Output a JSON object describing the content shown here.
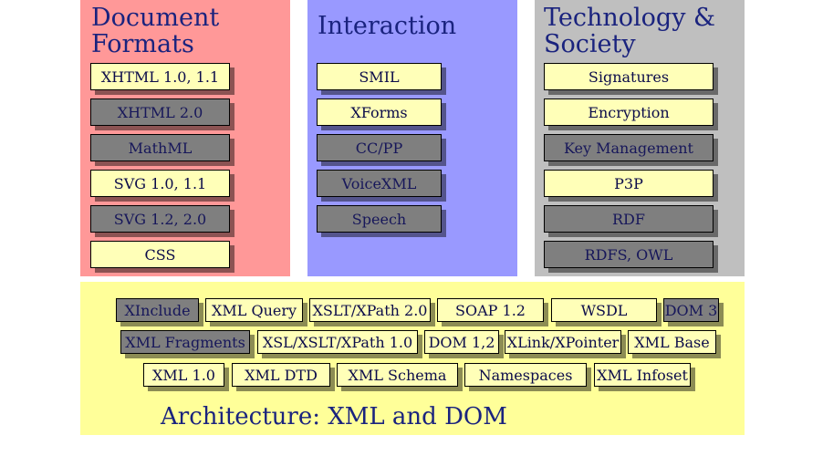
{
  "colors": {
    "formats_bg": "#ff9898",
    "interaction_bg": "#9999ff",
    "technology_bg": "#bfbfbf",
    "architecture_bg": "#ffff99",
    "box_yellow": "#ffffb8",
    "box_gray": "#7f7f7f",
    "title_text": "#1a237e"
  },
  "document_formats": {
    "title": "Document\nFormats",
    "boxes": [
      {
        "label": "XHTML 1.0, 1.1",
        "style": "yellow"
      },
      {
        "label": "XHTML 2.0",
        "style": "gray"
      },
      {
        "label": "MathML",
        "style": "gray"
      },
      {
        "label": "SVG 1.0, 1.1",
        "style": "yellow"
      },
      {
        "label": "SVG 1.2, 2.0",
        "style": "gray"
      },
      {
        "label": "CSS",
        "style": "yellow"
      }
    ]
  },
  "interaction": {
    "title": "Interaction",
    "boxes": [
      {
        "label": "SMIL",
        "style": "yellow"
      },
      {
        "label": "XForms",
        "style": "yellow"
      },
      {
        "label": "CC/PP",
        "style": "gray"
      },
      {
        "label": "VoiceXML",
        "style": "gray"
      },
      {
        "label": "Speech",
        "style": "gray"
      }
    ]
  },
  "technology_society": {
    "title": "Technology &\nSociety",
    "boxes": [
      {
        "label": "Signatures",
        "style": "yellow"
      },
      {
        "label": "Encryption",
        "style": "yellow"
      },
      {
        "label": "Key Management",
        "style": "gray"
      },
      {
        "label": "P3P",
        "style": "yellow"
      },
      {
        "label": "RDF",
        "style": "gray"
      },
      {
        "label": "RDFS, OWL",
        "style": "gray"
      }
    ]
  },
  "architecture": {
    "title": "Architecture: XML and DOM",
    "rows": [
      [
        {
          "label": "XInclude",
          "style": "gray"
        },
        {
          "label": "XML Query",
          "style": "yellow"
        },
        {
          "label": "XSLT/XPath 2.0",
          "style": "yellow"
        },
        {
          "label": "SOAP 1.2",
          "style": "yellow"
        },
        {
          "label": "WSDL",
          "style": "yellow"
        },
        {
          "label": "DOM 3",
          "style": "gray"
        }
      ],
      [
        {
          "label": "XML Fragments",
          "style": "gray"
        },
        {
          "label": "XSL/XSLT/XPath 1.0",
          "style": "yellow"
        },
        {
          "label": "DOM 1,2",
          "style": "yellow"
        },
        {
          "label": "XLink/XPointer",
          "style": "yellow"
        },
        {
          "label": "XML Base",
          "style": "yellow"
        }
      ],
      [
        {
          "label": "XML 1.0",
          "style": "yellow"
        },
        {
          "label": "XML DTD",
          "style": "yellow"
        },
        {
          "label": "XML Schema",
          "style": "yellow"
        },
        {
          "label": "Namespaces",
          "style": "yellow"
        },
        {
          "label": "XML Infoset",
          "style": "yellow"
        }
      ]
    ]
  }
}
